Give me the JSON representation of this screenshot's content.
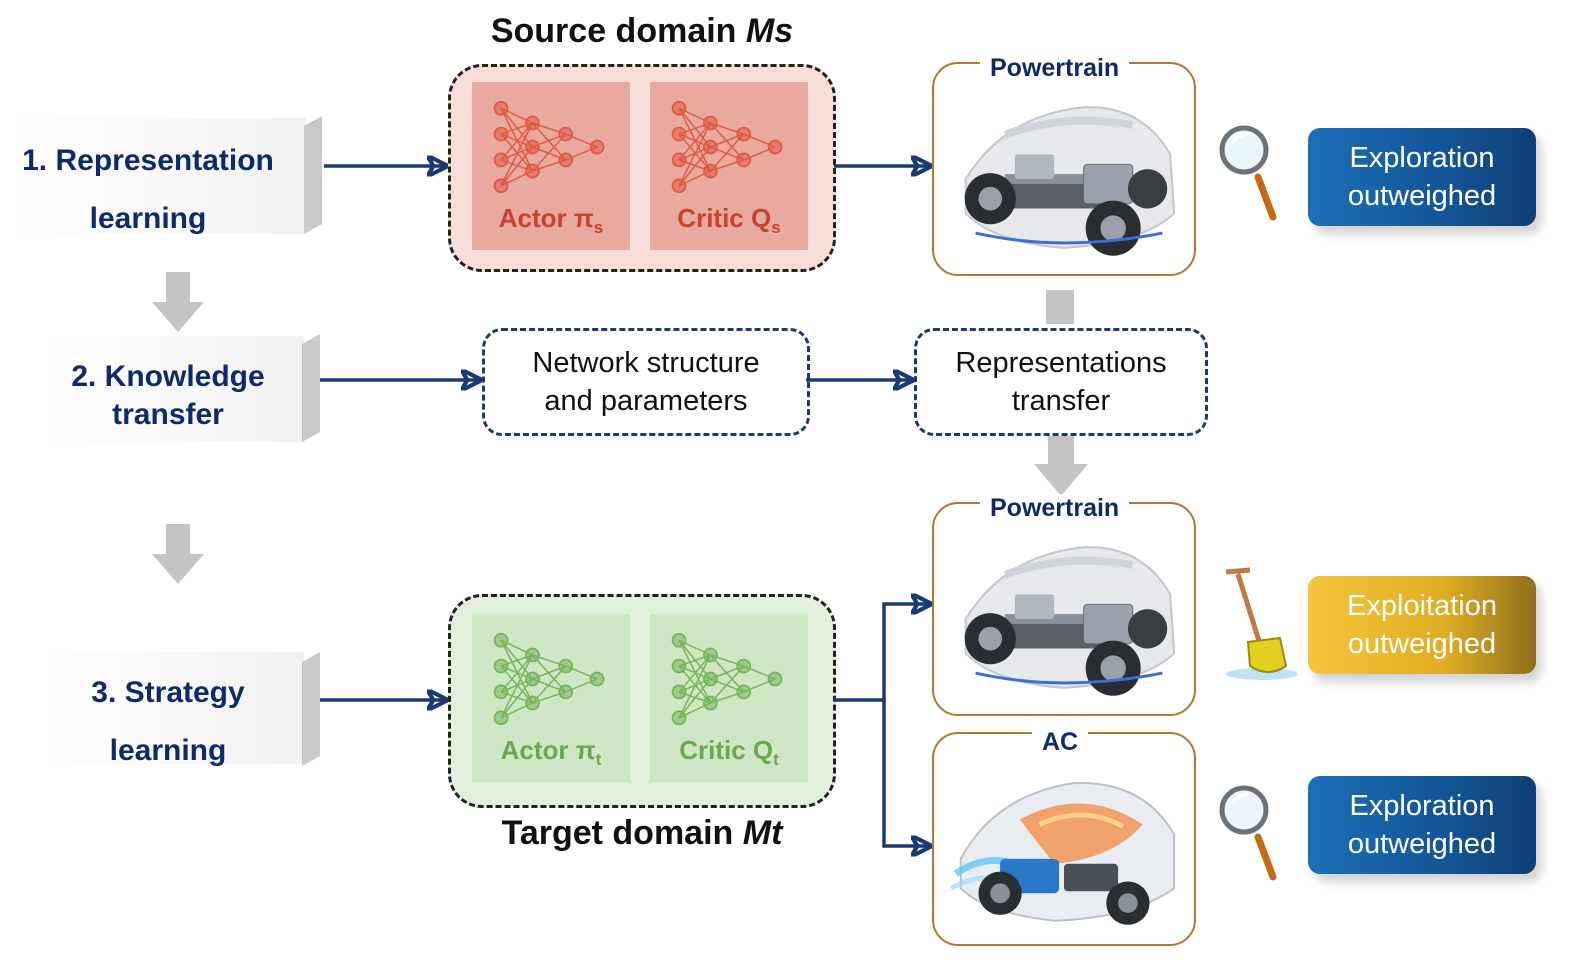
{
  "steps": {
    "step1": {
      "line1": "1. Representation",
      "line2": "learning"
    },
    "step2": {
      "line1": "2. Knowledge",
      "line2": "transfer"
    },
    "step3": {
      "line1": "3. Strategy",
      "line2": "learning"
    }
  },
  "source": {
    "title_prefix": "Source domain ",
    "title_var": "Ms",
    "actor": {
      "label": "Actor π",
      "sub": "s"
    },
    "critic": {
      "label": "Critic Q",
      "sub": "s"
    }
  },
  "target": {
    "title_prefix": "Target domain ",
    "title_var": "Mt",
    "actor": {
      "label": "Actor π",
      "sub": "t"
    },
    "critic": {
      "label": "Critic Q",
      "sub": "t"
    }
  },
  "transfer": {
    "network_box": {
      "line1": "Network structure",
      "line2": "and parameters"
    },
    "repr_box": {
      "line1": "Representations",
      "line2": "transfer"
    }
  },
  "cards": {
    "card1": {
      "title": "Powertrain",
      "image": "ev-powertrain-chassis"
    },
    "card2": {
      "title": "Powertrain",
      "image": "ev-powertrain-chassis"
    },
    "card3": {
      "title": "AC",
      "image": "ev-air-conditioning-cutaway"
    }
  },
  "badges": {
    "badge1": {
      "line1": "Exploration",
      "line2": "outweighed",
      "icon": "magnifier-icon",
      "color": "#135597"
    },
    "badge2": {
      "line1": "Exploitation",
      "line2": "outweighed",
      "icon": "shovel-icon",
      "color": "#e0ad22"
    },
    "badge3": {
      "line1": "Exploration",
      "line2": "outweighed",
      "icon": "magnifier-icon",
      "color": "#135597"
    }
  },
  "colors": {
    "arrow": "#1b3a75",
    "step_text": "#0e2a6b",
    "card_border": "#b4772e",
    "gray_arrow": "#c4c4c4"
  }
}
